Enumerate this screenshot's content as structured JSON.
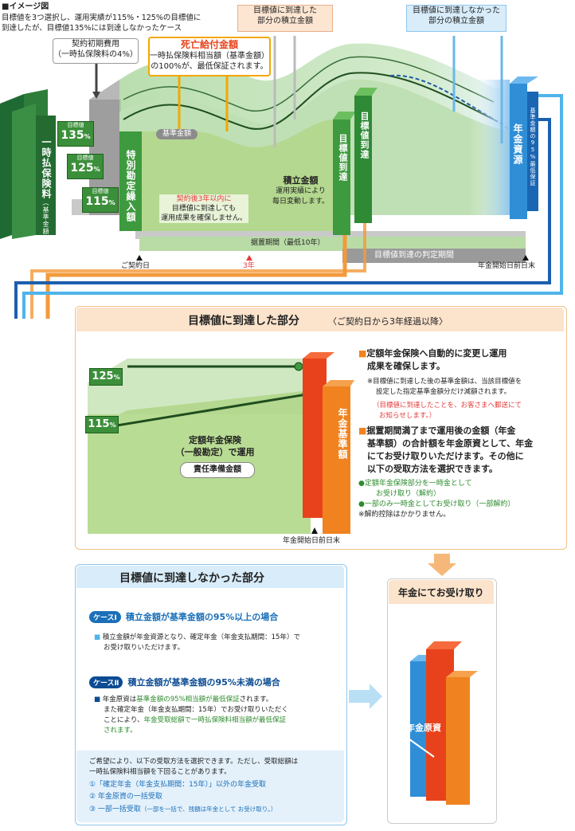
{
  "header": {
    "label": "■イメージ図",
    "desc_line1": "目標値を3つ選択し、運用実績が115%・125%の目標値に",
    "desc_line2": "到達したが、目標値135%には到達しなかったケース"
  },
  "callouts": {
    "initial_fee_line1": "契約初期費用",
    "initial_fee_line2": "（一時払保険料の4%）",
    "death_title": "死亡給付金額",
    "death_line1": "一時払保険料相当額（基準金額）",
    "death_line2": "の100%が、最低保証されます。",
    "reached_line1": "目標値に到達した",
    "reached_line2": "部分の積立金額",
    "not_reached_line1": "目標値に到達しなかった",
    "not_reached_line2": "部分の積立金額"
  },
  "diagram": {
    "premium_vertical": "一時払保険料",
    "premium_sub": "（基準金額）",
    "targets": [
      "135",
      "125",
      "115"
    ],
    "target_label": "目標値",
    "percent": "%",
    "special_account": "特別勘定繰入額",
    "base_amount": "基準金額",
    "accumulated_title": "積立金額",
    "accumulated_desc1": "運用実績により",
    "accumulated_desc2": "毎日変動します。",
    "guarantee_line1": "契約後3年以内に",
    "guarantee_line2": "目標値に到達しても",
    "guarantee_line3": "運用成果を確保しません。",
    "target_reached_a": "目標値到達",
    "target_reached_b": "目標値到達",
    "pension_source": "年金資源",
    "min_guarantee": "基準金額の95%最低保証",
    "deferral_period": "据置期間（最低10年）",
    "judgment_period": "目標値到達の判定期間",
    "contract_date": "ご契約日",
    "year3": "3年",
    "pension_start": "年金開始日前日末"
  },
  "reached_panel": {
    "title": "目標値に到達した部分",
    "title_sub": "〈ご契約日から3年経過以降〉",
    "badge_125": "125",
    "badge_115": "115",
    "percent": "%",
    "block_line1": "定額年金保険",
    "block_line2": "（一般勘定）で運用",
    "reserve": "責任準備金額",
    "pension_base": "年金基準額",
    "pension_start": "年金開始日前日末",
    "p1_line1": "定額年金保険へ自動的に変更し運用",
    "p1_line2": "成果を確保します。",
    "note1_line1": "※目標値に到達した後の基準金額は、当該目標値を",
    "note1_line2": "設定した指定基準金額分だけ減額されます。",
    "red_note1": "（目標値に到達したことを、お客さまへ郵送にて",
    "red_note2": "お知らせします。）",
    "p2_line1": "据置期間満了まで運用後の金額（年金",
    "p2_line2": "基準額）の合計額を年金原資として、年金",
    "p2_line3": "にてお受け取りいただけます。その他に",
    "p2_line4": "以下の受取方法を選択できます。",
    "opt1_line1": "●定額年金保険部分を一時金として",
    "opt1_line2": "お受け取り（解約）",
    "opt2": "●一部のみ一時金としてお受け取り（一部解約）",
    "note2": "※解約控除はかかりません。"
  },
  "not_reached_panel": {
    "title": "目標値に到達しなかった部分",
    "case1_tag": "ケースⅠ",
    "case1_title": "積立金額が基準金額の95%以上の場合",
    "case1_line1": "積立金額が年金資源となり、確定年金（年金支払期間：15年）で",
    "case1_line2": "お受け取りいただけます。",
    "case2_tag": "ケースⅡ",
    "case2_title": "積立金額が基準金額の95%未満の場合",
    "case2_line1a": "年金原資は",
    "case2_line1b": "基準金額の95%相当額が最低保証",
    "case2_line1c": "されます。",
    "case2_line2": "また確定年金（年金支払期間：15年）でお受け取りいただく",
    "case2_line3a": "ことにより、",
    "case2_line3b": "年金受取総額で一時払保険料相当額が最低保証",
    "case2_line4": "されます。",
    "opt_intro1": "ご希望により、以下の受取方法を選択できます。ただし、受取総額は",
    "opt_intro2": "一時払保険料相当額を下回ることがあります。",
    "opt1": "①「確定年金（年金支払期間：15年）」以外の年金受取",
    "opt2": "② 年金原資の一括受取",
    "opt3": "③ 一部一括受取",
    "opt3_sub": "（一部を一括で、残額は年金として お受け取り。）"
  },
  "receive_panel": {
    "title": "年金にてお受け取り",
    "fund": "年金原資"
  }
}
